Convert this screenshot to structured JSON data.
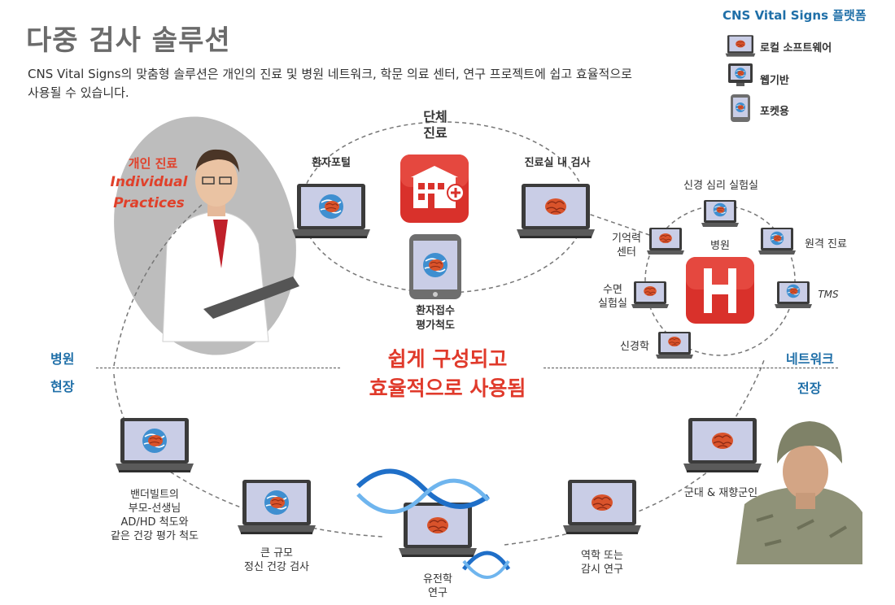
{
  "header": {
    "title": "다중 검사 솔루션",
    "subtitle": "CNS Vital Signs의 맞춤형 솔루션은 개인의 진료 및 병원 네트워크, 학문 의료 센터, 연구 프로젝트에 쉽고 효율적으로 사용될 수 있습니다."
  },
  "platforms": {
    "title": "CNS Vital Signs 플랫폼",
    "items": [
      {
        "label": "로컬 소프트웨어",
        "icon": "laptop-brain-icon"
      },
      {
        "label": "웹기반",
        "icon": "desktop-globe-icon"
      },
      {
        "label": "포켓용",
        "icon": "tablet-brain-icon"
      }
    ]
  },
  "individual": {
    "ko": "개인 진료",
    "en_line1": "Individual",
    "en_line2": "Practices"
  },
  "group": {
    "title_line1": "단체",
    "title_line2": "진료",
    "patient_portal": "환자포털",
    "in_office": "진료실 내 검사",
    "intake_line1": "환자접수",
    "intake_line2": "평가척도"
  },
  "hospital_network": {
    "neuropsych_lab": "신경 심리 실험실",
    "memory_line1": "기억력",
    "memory_line2": "센터",
    "hospital": "병원",
    "telemed": "원격 진료",
    "sleep_line1": "수면",
    "sleep_line2": "실험실",
    "tms": "TMS",
    "neurology": "신경학"
  },
  "sections": {
    "hospital": "병원",
    "field": "현장",
    "network": "네트워크",
    "battlefield": "전장"
  },
  "center": {
    "line1": "쉽게 구성되고",
    "line2": "효율적으로 사용됨"
  },
  "field": {
    "vanderbilt_line1": "밴더빌트의",
    "vanderbilt_line2": "부모-선생님",
    "vanderbilt_line3": "AD/HD 척도와",
    "vanderbilt_line4": "같은 건강 평가 척도",
    "large_line1": "큰 규모",
    "large_line2": "정신 건강 검사",
    "genetics_line1": "유전학",
    "genetics_line2": "연구",
    "epi_line1": "역학 또는",
    "epi_line2": "감시 연구",
    "military": "군대 & 재향군인"
  }
}
